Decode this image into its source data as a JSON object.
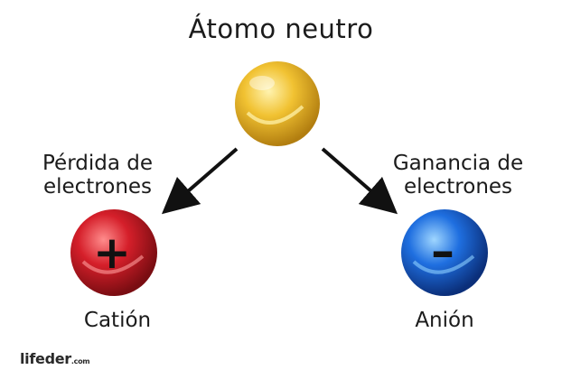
{
  "title": "Átomo neutro",
  "left_branch": {
    "lines": [
      "Pérdida de",
      "electrones"
    ]
  },
  "right_branch": {
    "lines": [
      "Ganancia de",
      "electrones"
    ]
  },
  "cation": {
    "label": "Catión",
    "sign": "+"
  },
  "anion": {
    "label": "Anión",
    "sign": "–"
  },
  "logo": {
    "name": "lifeder",
    "domain": ".com"
  },
  "colors": {
    "neutral": "#f1c232",
    "cation": "#d51f2a",
    "anion": "#1f6fe0",
    "arrow": "#111111"
  }
}
